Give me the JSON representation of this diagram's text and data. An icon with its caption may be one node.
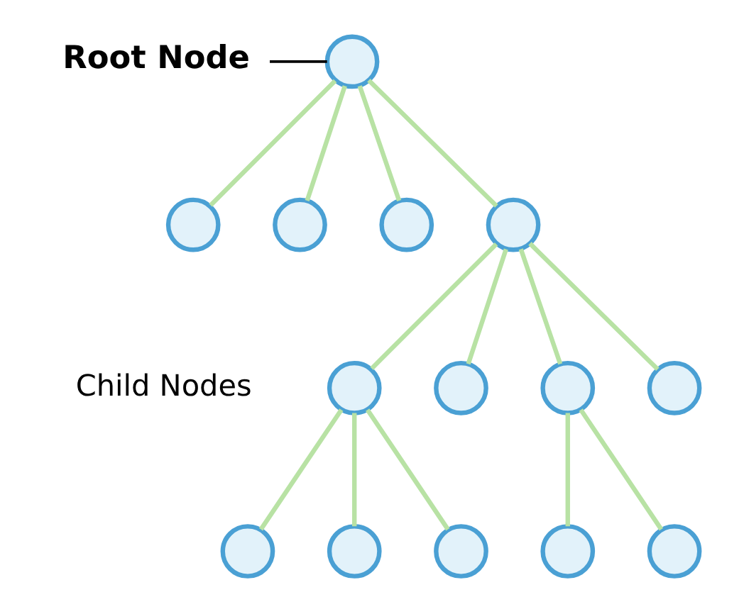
{
  "diagram": {
    "nodes": [
      {
        "text": [
          "Root Node"
        ]
      },
      {
        "text": [],
        "shape": "circle"
      },
      {
        "text": [],
        "shape": "circle"
      },
      {
        "text": [],
        "shape": "circle"
      },
      {
        "text": [],
        "shape": "circle"
      },
      {
        "text": [],
        "shape": "circle"
      },
      {
        "text": [],
        "shape": "circle"
      },
      {
        "text": [],
        "shape": "circle"
      },
      {
        "text": [],
        "shape": "circle"
      },
      {
        "text": [],
        "shape": "circle"
      },
      {
        "text": [],
        "shape": "circle"
      },
      {
        "text": [],
        "shape": "circle"
      },
      {
        "text": [],
        "shape": "circle"
      },
      {
        "text": [],
        "shape": "circle"
      },
      {
        "text": [],
        "shape": "circle"
      }
    ],
    "edges": [
      {
        "from": 0,
        "to": 1,
        "arrow": "none",
        "color": "#000000"
      },
      {
        "from": 1,
        "to": 2,
        "arrow": "none"
      },
      {
        "from": 1,
        "to": 3,
        "arrow": "none"
      },
      {
        "from": 1,
        "to": 4,
        "arrow": "none"
      },
      {
        "from": 1,
        "to": 5,
        "arrow": "none"
      },
      {
        "from": 5,
        "to": 6,
        "arrow": "none"
      },
      {
        "from": 5,
        "to": 7,
        "arrow": "none"
      },
      {
        "from": 5,
        "to": 8,
        "arrow": "none"
      },
      {
        "from": 5,
        "to": 9,
        "arrow": "none"
      },
      {
        "from": 6,
        "to": 10,
        "arrow": "none"
      },
      {
        "from": 6,
        "to": 11,
        "arrow": "none"
      },
      {
        "from": 6,
        "to": 12,
        "arrow": "none"
      },
      {
        "from": 8,
        "to": 13,
        "arrow": "none"
      },
      {
        "from": 8,
        "to": 14,
        "arrow": "none"
      }
    ],
    "labels": [
      "Child Nodes"
    ]
  }
}
